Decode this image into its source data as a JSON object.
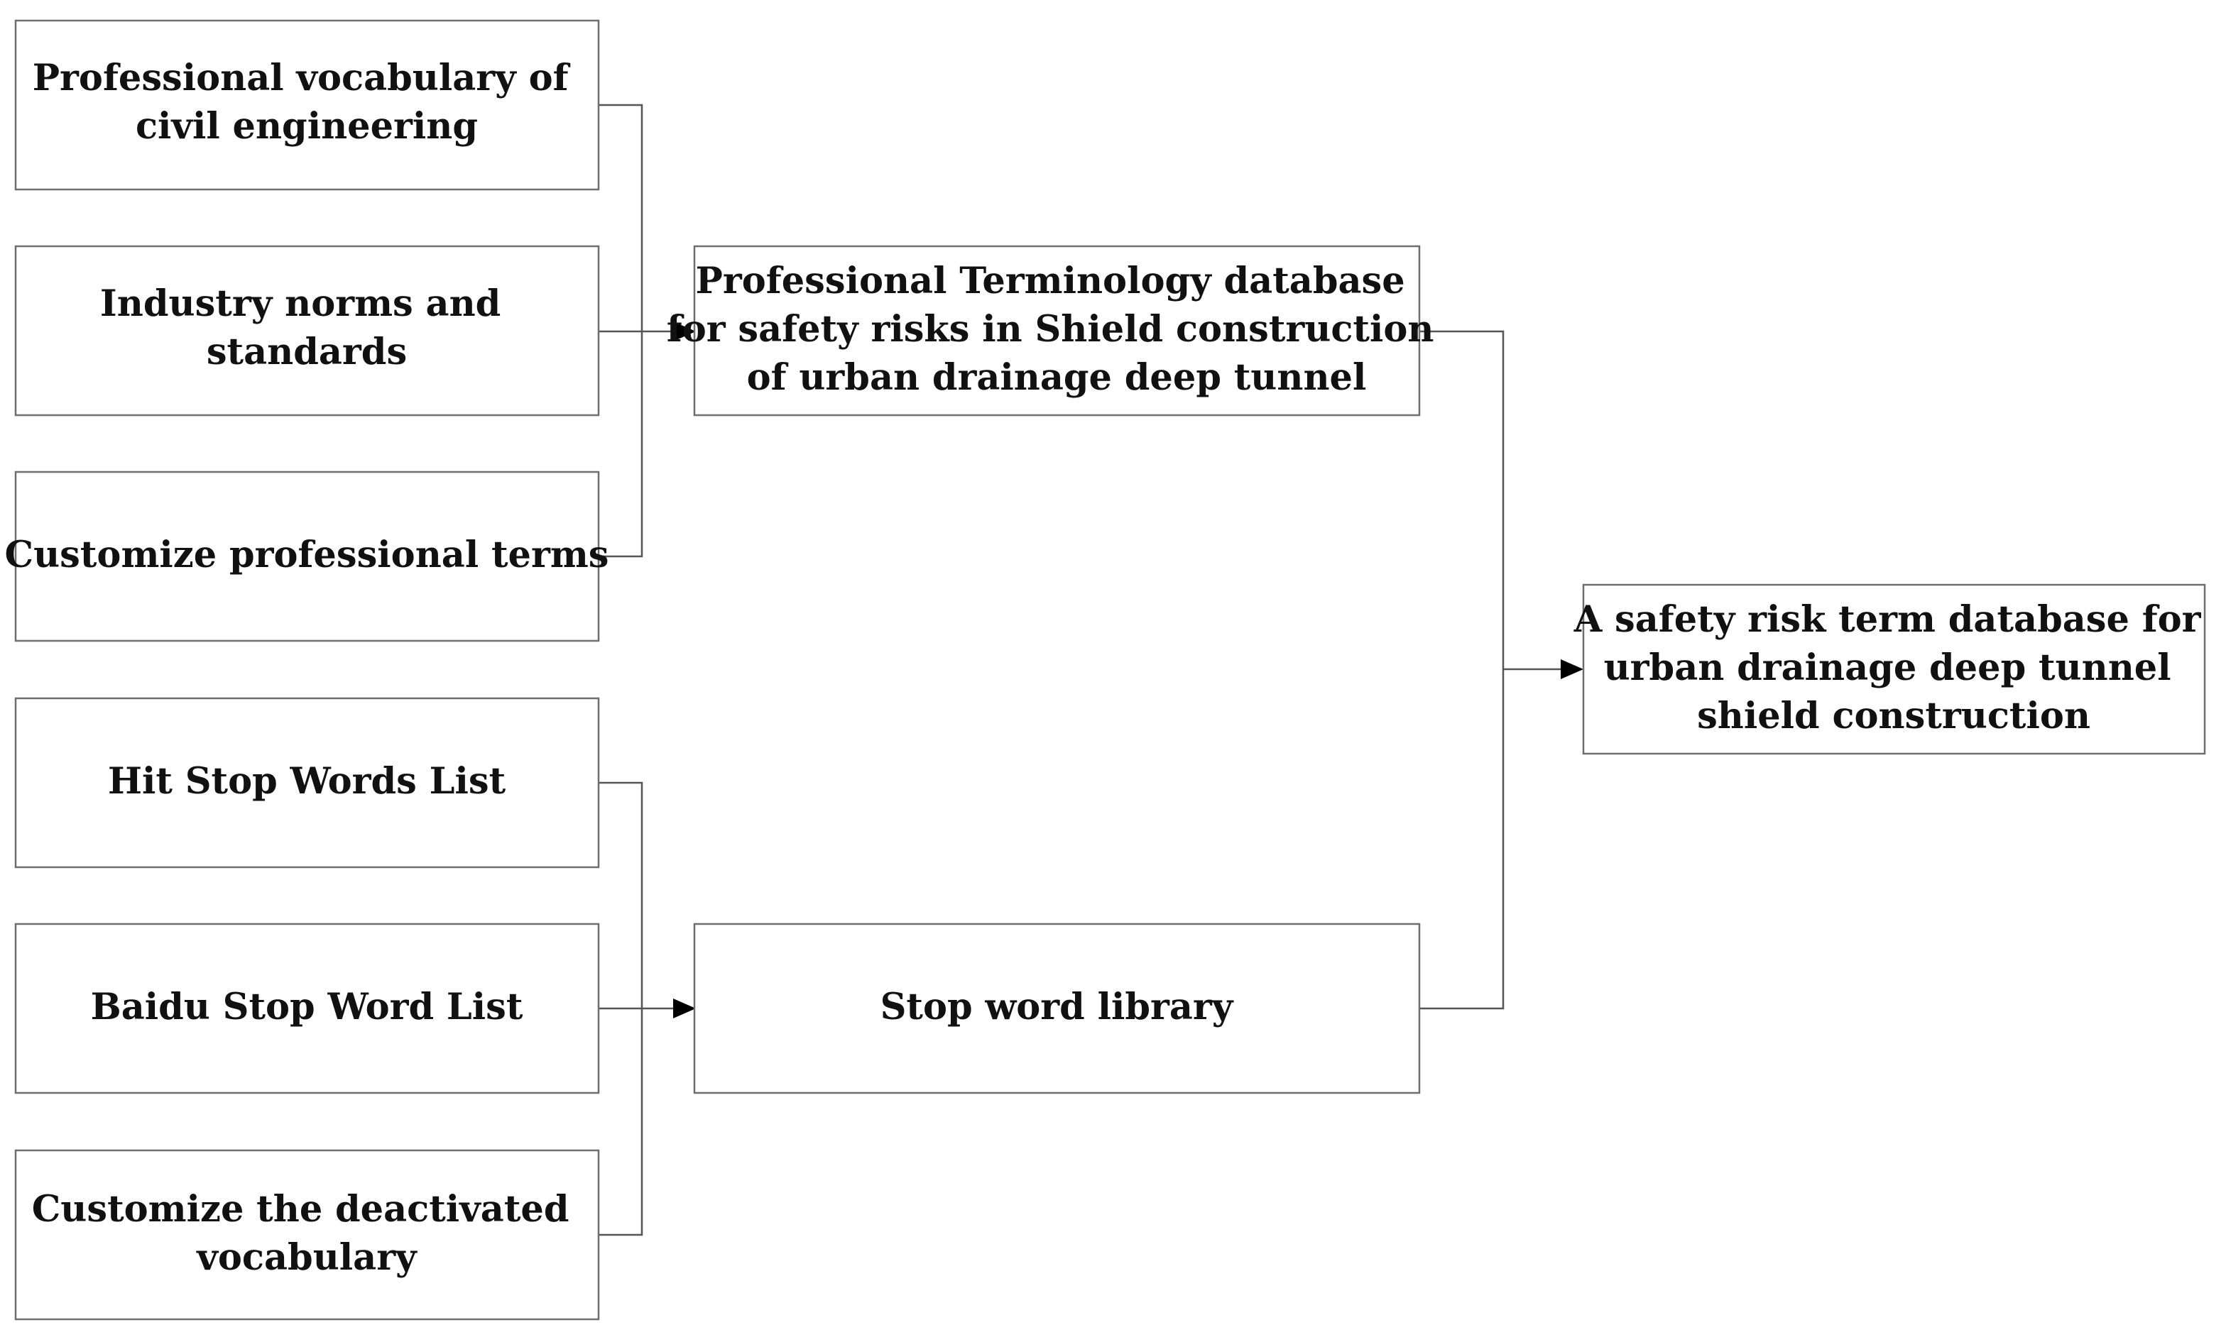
{
  "nodes": {
    "civil_vocab": {
      "lines": [
        "Professional vocabulary of",
        "civil engineering"
      ]
    },
    "industry_norms": {
      "lines": [
        "Industry norms and",
        "standards"
      ]
    },
    "custom_terms": {
      "lines": [
        "Customize professional terms"
      ]
    },
    "hit_stop": {
      "lines": [
        "Hit Stop Words List"
      ]
    },
    "baidu_stop": {
      "lines": [
        "Baidu Stop Word List"
      ]
    },
    "custom_deactivated": {
      "lines": [
        "Customize the deactivated",
        "vocabulary"
      ]
    },
    "terminology_db": {
      "lines": [
        "Professional Terminology database",
        "for safety risks in Shield construction",
        "of urban drainage deep tunnel"
      ]
    },
    "stop_library": {
      "lines": [
        "Stop word library"
      ]
    },
    "final_db": {
      "lines": [
        "A safety risk term database for",
        "urban drainage deep tunnel",
        "shield construction"
      ]
    }
  },
  "edges": [
    {
      "from": [
        "civil_vocab",
        "industry_norms",
        "custom_terms"
      ],
      "to": "terminology_db"
    },
    {
      "from": [
        "hit_stop",
        "baidu_stop",
        "custom_deactivated"
      ],
      "to": "stop_library"
    },
    {
      "from": [
        "terminology_db",
        "stop_library"
      ],
      "to": "final_db"
    }
  ]
}
